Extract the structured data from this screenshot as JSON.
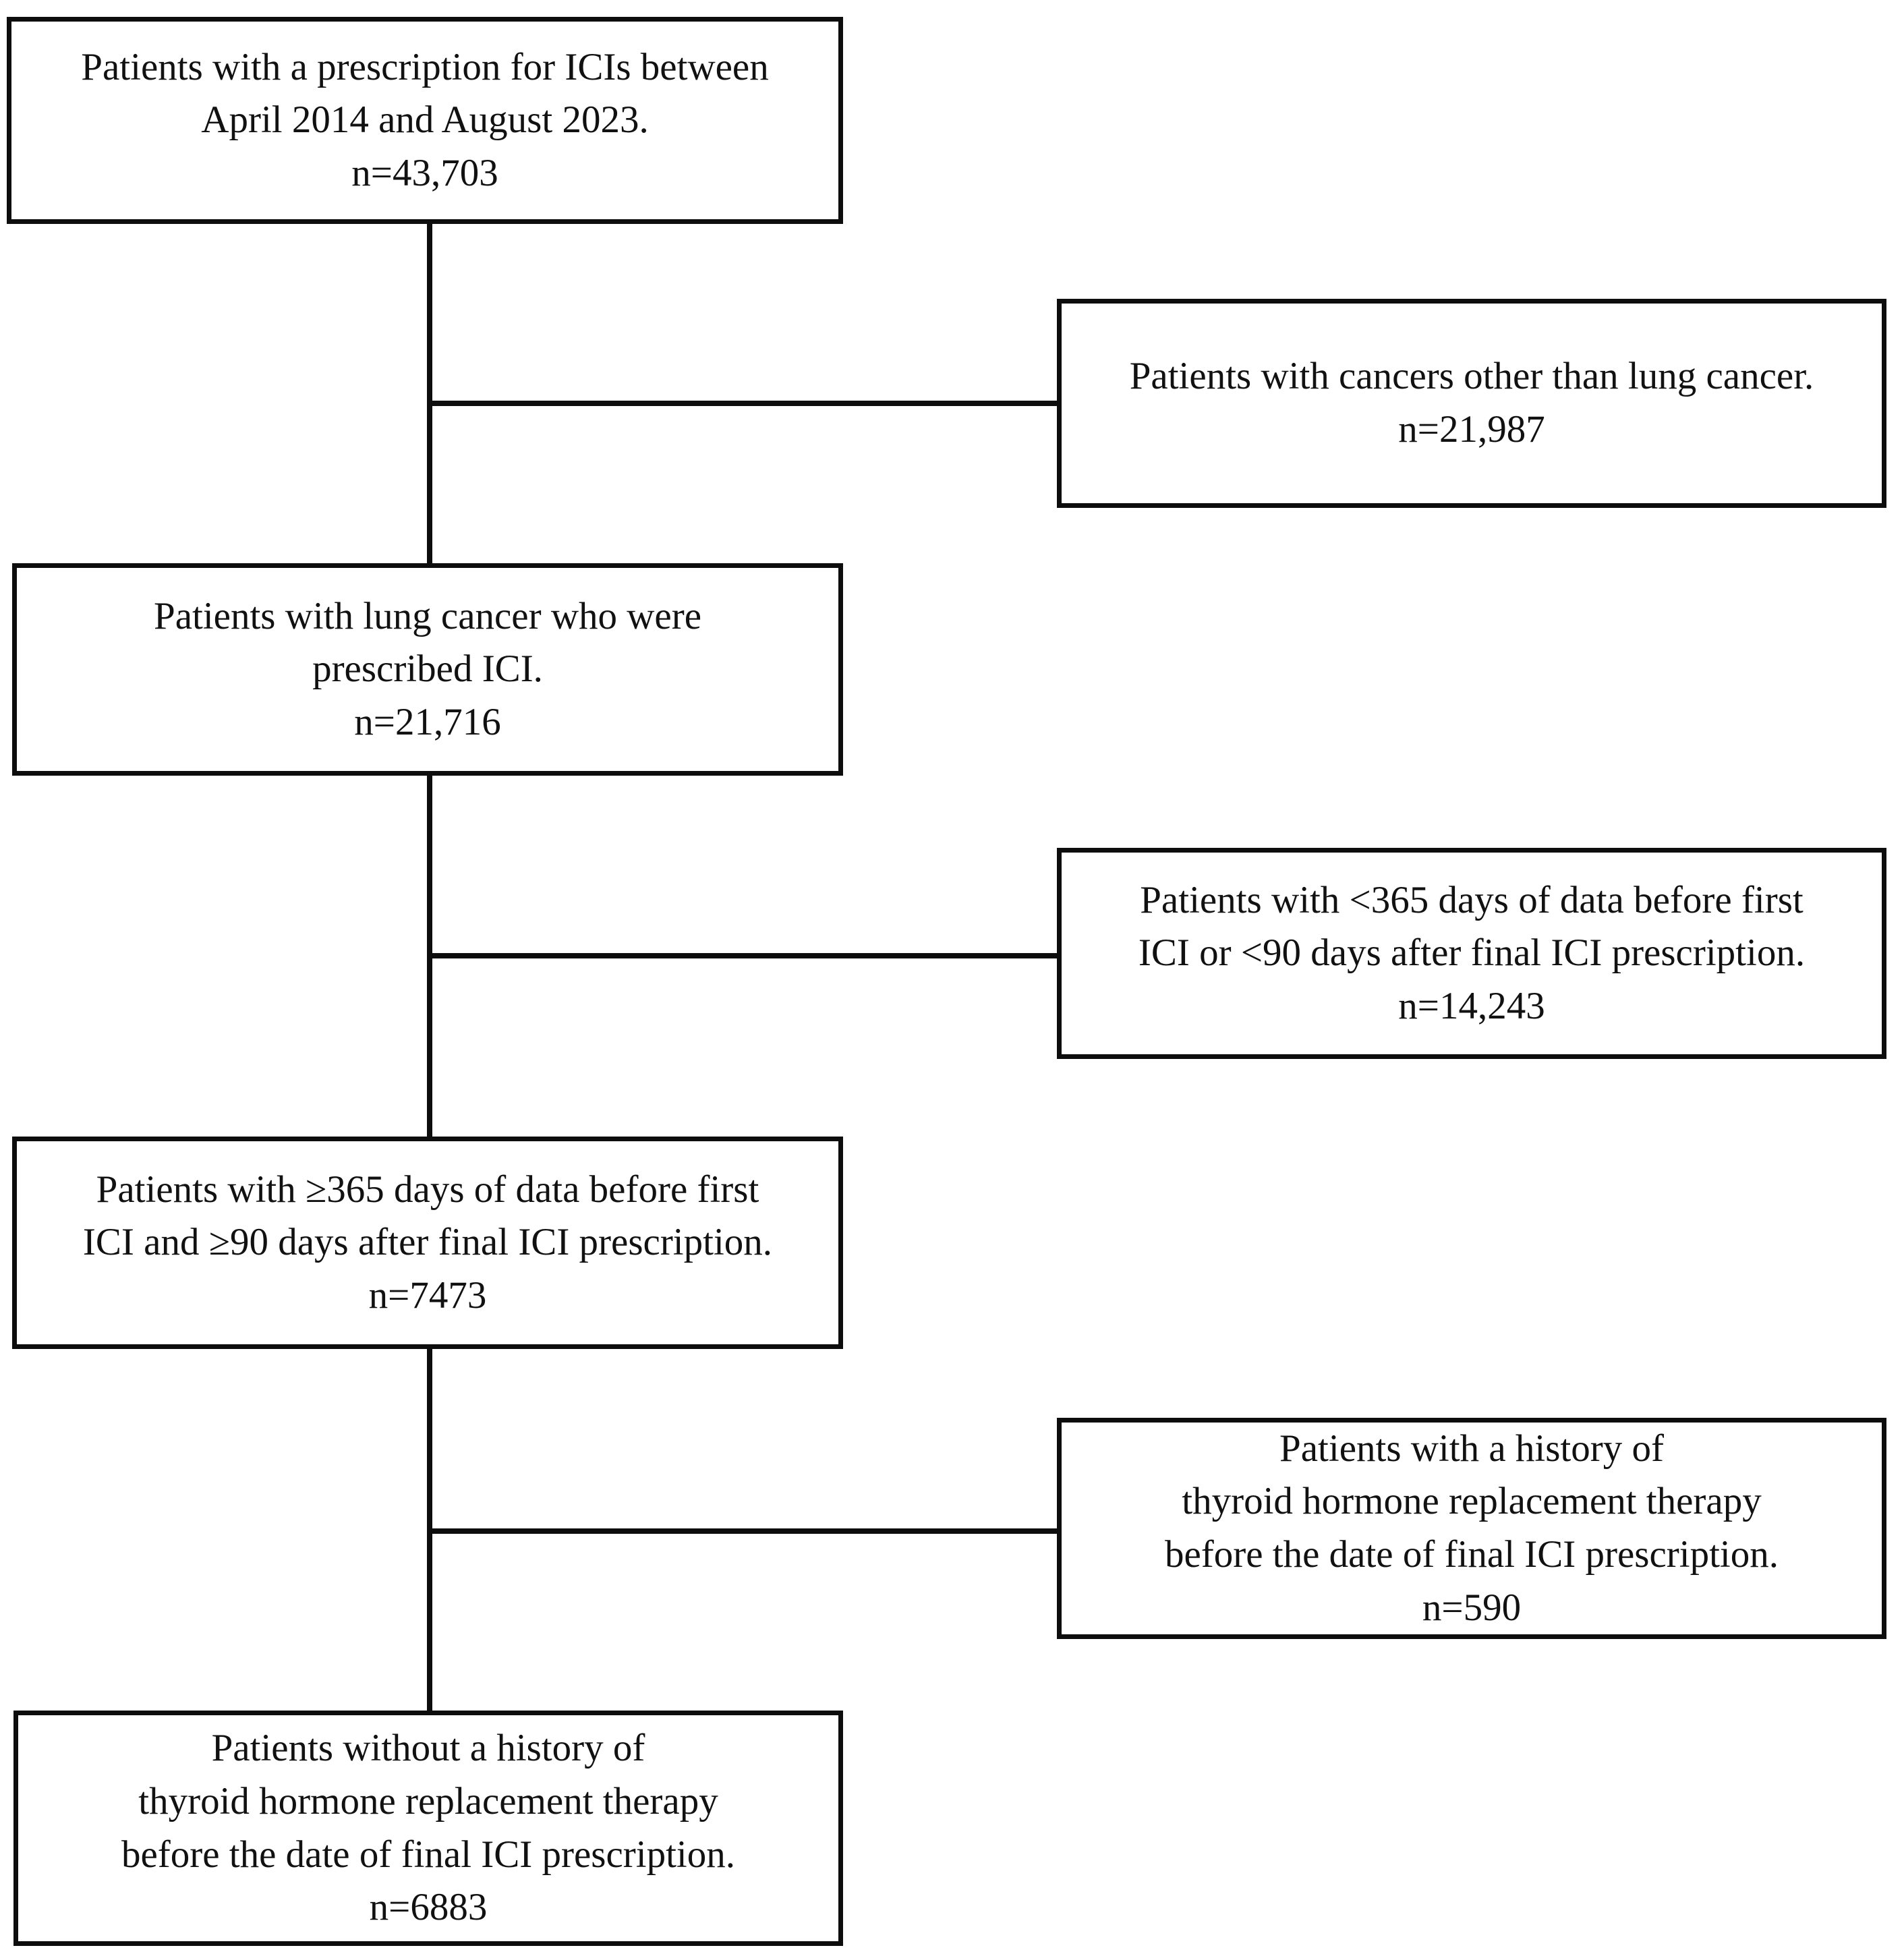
{
  "figure": {
    "type": "patient-selection-flowchart",
    "orientation": "vertical-with-right-exclusions",
    "background_color": "#ffffff",
    "line_color": "#0d0d0d",
    "text_color": "#111111"
  },
  "nodes": [
    {
      "id": "cohort-all",
      "role": "inclusion",
      "lines": [
        "Patients with a prescription for ICIs between",
        "April 2014 and August 2023.",
        "n=43,703"
      ],
      "count_label": "n=43,703",
      "count": 43703
    },
    {
      "id": "excl-other",
      "role": "exclusion",
      "lines": [
        "Patients with cancers other than lung cancer.",
        "n=21,987"
      ],
      "count_label": "n=21,987",
      "count": 21987
    },
    {
      "id": "lung-ici",
      "role": "inclusion",
      "lines": [
        "Patients with lung cancer who were",
        "prescribed ICI.",
        "n=21,716"
      ],
      "count_label": "n=21,716",
      "count": 21716
    },
    {
      "id": "excl-followup",
      "role": "exclusion",
      "lines": [
        "Patients with <365 days of data before first",
        "ICI or <90 days after final ICI prescription.",
        "n=14,243"
      ],
      "count_label": "n=14,243",
      "count": 14243
    },
    {
      "id": "incl-followup",
      "role": "inclusion",
      "lines": [
        "Patients with ≥365 days of data before first",
        "ICI and ≥90 days after final ICI prescription.",
        "n=7473"
      ],
      "count_label": "n=7473",
      "count": 7473
    },
    {
      "id": "excl-thr",
      "role": "exclusion",
      "lines": [
        "Patients with a history of",
        "thyroid hormone replacement therapy",
        "before the date of final ICI prescription.",
        "n=590"
      ],
      "count_label": "n=590",
      "count": 590
    },
    {
      "id": "final-cohort",
      "role": "inclusion",
      "lines": [
        "Patients without a history of",
        "thyroid hormone replacement therapy",
        "before the date of final ICI prescription.",
        "n=6883"
      ],
      "count_label": "n=6883",
      "count": 6883
    }
  ]
}
